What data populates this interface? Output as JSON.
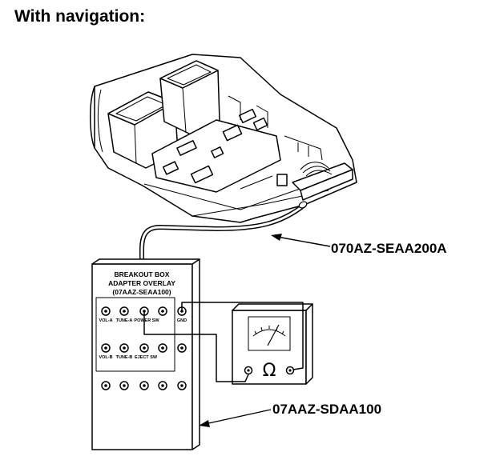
{
  "heading": "With navigation:",
  "callouts": {
    "harness": "070AZ-SEAA200A",
    "breakout_box": "07AAZ-SDAA100"
  },
  "breakout_box": {
    "title_line1": "BREAKOUT BOX",
    "title_line2": "ADAPTER OVERLAY",
    "title_line3": "(07AAZ-SEAA100)",
    "row1_labels": [
      "VOL-A",
      "TUNE-A",
      "POWER SW",
      "GND"
    ],
    "row2_labels": [
      "VOL-B",
      "TUNE-B",
      "EJECT SW"
    ]
  },
  "meter": {
    "ohm_symbol": "Ω"
  }
}
